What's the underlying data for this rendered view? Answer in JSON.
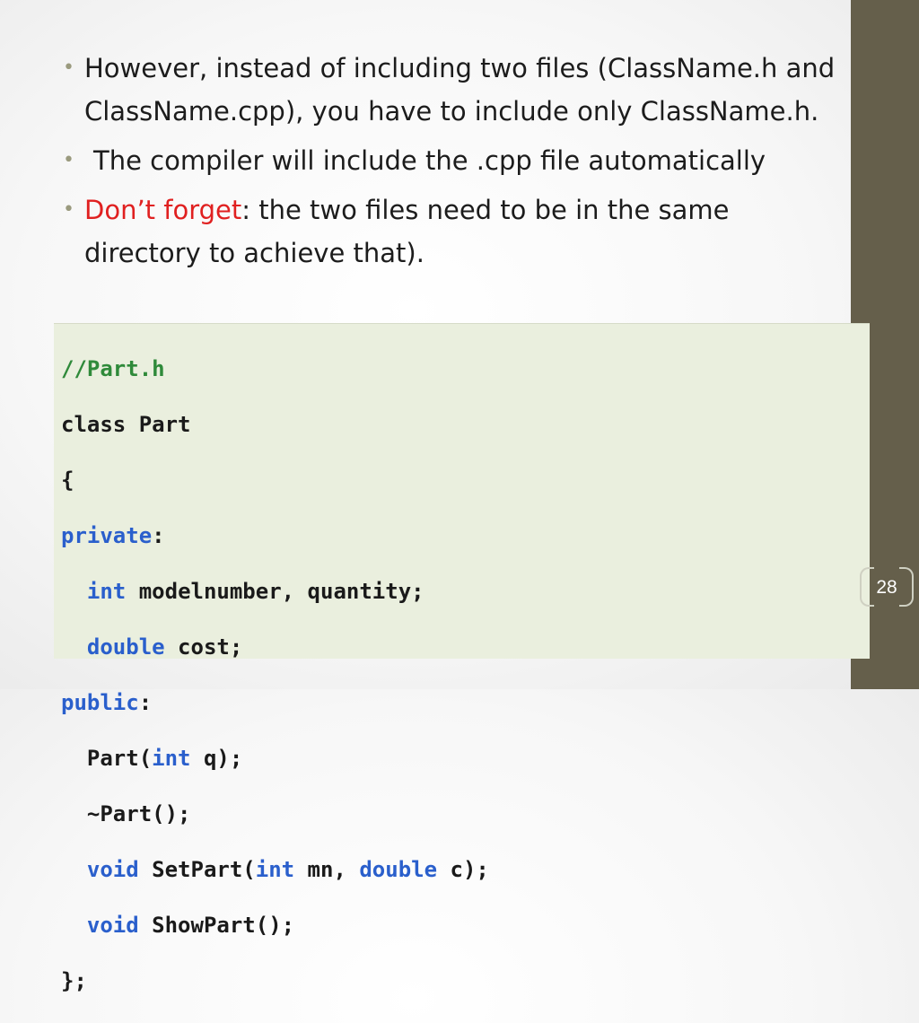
{
  "bullets": [
    {
      "text": "However, instead of including two files (ClassName.h and ClassName.cpp), you have to include only ClassName.h."
    },
    {
      "text": "The compiler will include the .cpp file automatically"
    },
    {
      "highlight": "Don’t forget",
      "text": ": the two files need to be in the same directory to achieve that)."
    }
  ],
  "code": {
    "line1": "//Part.h",
    "line2": "class Part",
    "line3": "{",
    "line4_kw": "private",
    "line4_rest": ":",
    "line5_kw": "int",
    "line5_rest": " modelnumber, quantity;",
    "line6_kw": "double",
    "line6_rest": " cost;",
    "line7_kw": "public",
    "line7_rest": ":",
    "line8_a": "Part(",
    "line8_kw": "int",
    "line8_b": " q);",
    "line9": "~Part();",
    "line10_kw1": "void",
    "line10_a": " SetPart(",
    "line10_kw2": "int",
    "line10_b": " mn, ",
    "line10_kw3": "double",
    "line10_c": " c);",
    "line11_kw": "void",
    "line11_rest": " ShowPart();",
    "line12": "};"
  },
  "page_number": "28",
  "colors": {
    "sidebar": "#655f4b",
    "code_background": "#eaefde",
    "keyword": "#2a5fcc",
    "comment": "#2f8a3a",
    "highlight": "#e02020"
  }
}
